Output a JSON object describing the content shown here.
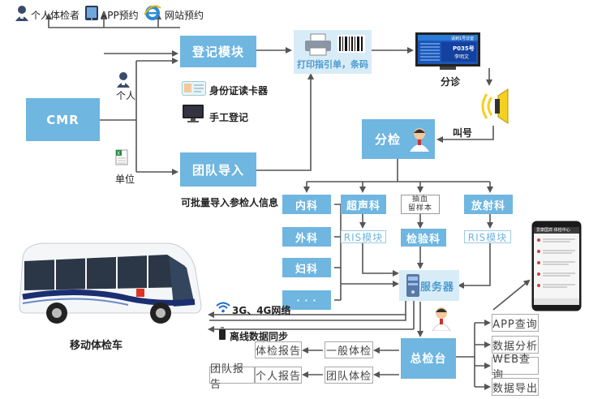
{
  "top_links": {
    "individual": "个人体检者",
    "app_booking": "APP预约",
    "web_booking": "网站预约"
  },
  "left": {
    "cmr": "CMR",
    "individual": "个人",
    "unit": "单位"
  },
  "register": {
    "title": "登记模块",
    "id_reader": "身份证读卡器",
    "manual": "手工登记"
  },
  "team_import": {
    "title": "团队导入",
    "note": "可批量导入参检人信息"
  },
  "print": {
    "label": "打印指引单，条码"
  },
  "triage": {
    "label": "分诊",
    "call": "叫号",
    "subcheck": "分检",
    "screen_line1": "请到1号诊室",
    "screen_line2": "P035号",
    "screen_line3": "李明文"
  },
  "departments": {
    "internal": "内科",
    "ultrasound": "超声科",
    "blood_line1": "抽血",
    "blood_line2": "留样本",
    "radiology": "放射科",
    "surgery": "外科",
    "ris1": "RIS模块",
    "lab": "检验科",
    "ris2": "RIS模块",
    "gyn": "妇科",
    "more": "· · ·",
    "server": "服务器"
  },
  "network": {
    "wireless": "3G、4G网络",
    "offline": "离线数据同步",
    "bus_label": "移动体检车"
  },
  "main_desk": {
    "title": "总检台",
    "general": "一般体检",
    "team": "团队体检",
    "report": "体检报告",
    "team_report": "团队报告",
    "personal_report": "个人报告"
  },
  "outputs": {
    "app_query": "APP查询",
    "data_analysis": "数据分析",
    "web_query": "WEB查询",
    "data_export": "数据导出"
  },
  "phone": {
    "header": "爱康国宾-体检中心"
  },
  "colors": {
    "primary": "#6fb6e0",
    "light": "#d8ecf7",
    "arrow": "#555555"
  }
}
